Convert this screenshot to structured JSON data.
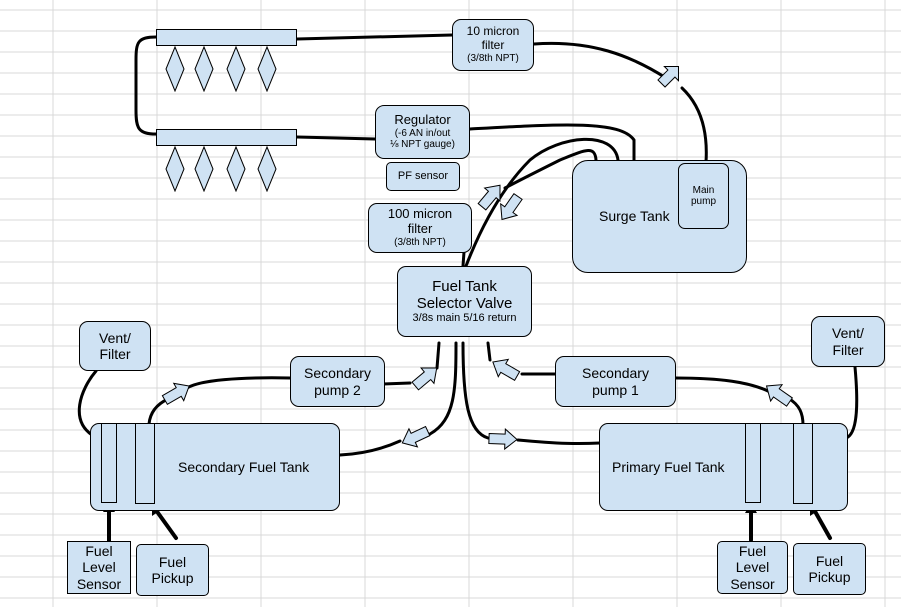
{
  "diagram": {
    "colors": {
      "fill": "#cfe2f3",
      "line": "#000000",
      "grid": "#d9d9d9"
    },
    "filter10": {
      "line1": "10 micron",
      "line2": "filter",
      "line3": "(3/8th NPT)"
    },
    "regulator": {
      "line1": "Regulator",
      "line2": "(-6 AN in/out",
      "line3": "⅛ NPT gauge)"
    },
    "pf_sensor": {
      "label": "PF sensor"
    },
    "filter100": {
      "line1": "100 micron",
      "line2": "filter",
      "line3": "(3/8th NPT)"
    },
    "surge_tank": {
      "label": "Surge Tank"
    },
    "main_pump": {
      "line1": "Main",
      "line2": "pump"
    },
    "selector_valve": {
      "line1": "Fuel Tank",
      "line2": "Selector Valve",
      "line3": "3/8s main 5/16 return"
    },
    "vent_left": {
      "line1": "Vent/",
      "line2": "Filter"
    },
    "vent_right": {
      "line1": "Vent/",
      "line2": "Filter"
    },
    "secondary_pump2": {
      "line1": "Secondary",
      "line2": "pump 2"
    },
    "secondary_pump1": {
      "line1": "Secondary",
      "line2": "pump 1"
    },
    "secondary_tank": {
      "label": "Secondary Fuel Tank"
    },
    "primary_tank": {
      "label": "Primary Fuel Tank"
    },
    "level_sensor_left": {
      "line1": "Fuel",
      "line2": "Level",
      "line3": "Sensor"
    },
    "pickup_left": {
      "line1": "Fuel",
      "line2": "Pickup"
    },
    "level_sensor_right": {
      "line1": "Fuel",
      "line2": "Level",
      "line3": "Sensor"
    },
    "pickup_right": {
      "line1": "Fuel",
      "line2": "Pickup"
    }
  }
}
